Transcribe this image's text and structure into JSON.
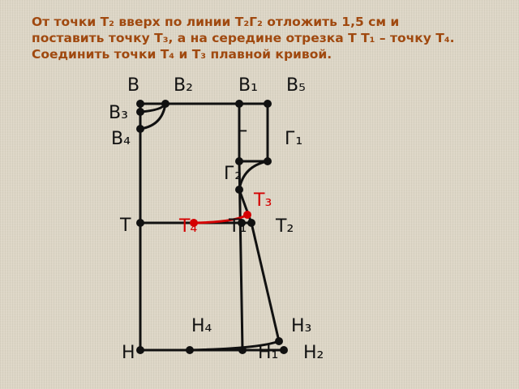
{
  "instruction": {
    "line1": "От точки Т₂ вверх по линии Т₂Г₂ отложить 1,5 см и",
    "line2": "поставить точку Т₃, а на середине отрезка Т Т₁ – точку Т₄.",
    "line3": "Соединить точки Т₄ и Т₃ плавной кривой."
  },
  "labels": {
    "B": "В",
    "B2": "В₂",
    "B1": "В₁",
    "B5": "В₅",
    "B3": "В₃",
    "B4": "В₄",
    "G": "Г",
    "G1": "Г₁",
    "G2": "Г₂",
    "T3": "Т₃",
    "T": "Т",
    "T4": "Т₄",
    "T1": "Т₁",
    "T2": "Т₂",
    "H4": "Н₄",
    "H3": "Н₃",
    "H": "Н",
    "H1": "Н₁",
    "H2": "Н₂"
  },
  "colors": {
    "instruction": "#a0490f",
    "lines": "#111111",
    "highlight": "#d40000"
  }
}
